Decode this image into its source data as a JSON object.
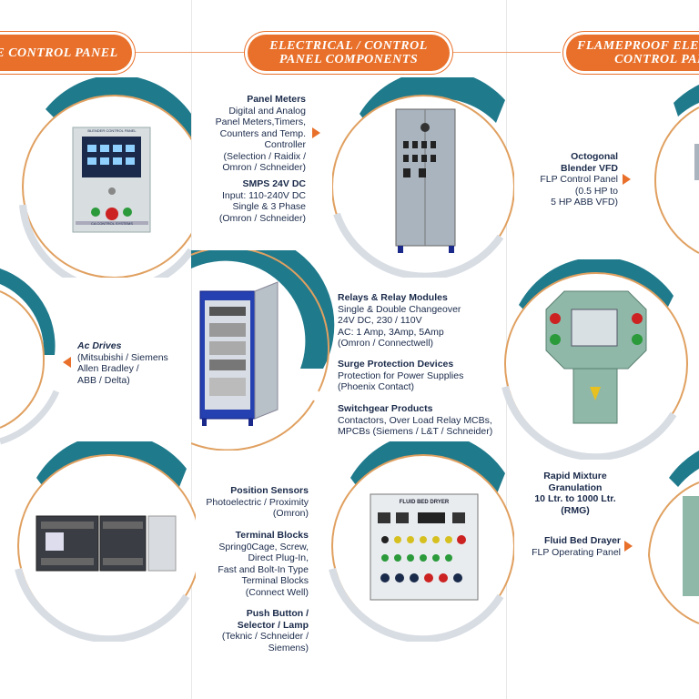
{
  "headers": {
    "left": "E CONTROL PANEL",
    "middle_line1": "ELECTRICAL / CONTROL",
    "middle_line2": "PANEL COMPONENTS",
    "right_line1": "FLAMEPROOF ELEC",
    "right_line2": "CONTROL PAN"
  },
  "panel_meters": {
    "title": "Panel Meters",
    "lines": [
      "Digital and Analog",
      "Panel Meters,Timers,",
      "Counters and Temp.",
      "Controller",
      "(Selection / Raidix /",
      "Omron / Schneider)"
    ]
  },
  "smps": {
    "title": "SMPS 24V DC",
    "lines": [
      "Input: 110-240V DC",
      "Single & 3 Phase",
      "(Omron / Schneider)"
    ]
  },
  "octogonal": {
    "title1": "Octogonal",
    "title2": "Blender VFD",
    "lines": [
      "FLP Control Panel",
      "(0.5 HP to",
      "5 HP ABB VFD)"
    ]
  },
  "ac_drives": {
    "title": "Ac Drives",
    "lines": [
      "(Mitsubishi / Siemens",
      "Allen Bradley /",
      "ABB / Delta)"
    ]
  },
  "relays": {
    "title": "Relays & Relay Modules",
    "lines": [
      "Single & Double Changeover",
      "24V DC, 230 / 110V",
      "AC: 1 Amp, 3Amp, 5Amp",
      "(Omron / Connectwell)"
    ]
  },
  "surge": {
    "title": "Surge Protection Devices",
    "lines": [
      "Protection for Power Supplies",
      "(Phoenix Contact)"
    ]
  },
  "switchgear": {
    "title": "Switchgear Products",
    "lines": [
      "Contactors, Over Load Relay MCBs,",
      "MPCBs (Siemens / L&T / Schneider)"
    ]
  },
  "rmg": {
    "lines": [
      "Rapid Mixture",
      "Granulation",
      "10 Ltr. to 1000 Ltr.",
      "(RMG)"
    ]
  },
  "fluid_bed": {
    "title": "Fluid Bed Drayer",
    "sub": "FLP Operating Panel"
  },
  "position_sensors": {
    "title": "Position Sensors",
    "lines": [
      "Photoelectric / Proximity",
      "(Omron)"
    ]
  },
  "terminal_blocks": {
    "title": "Terminal Blocks",
    "lines": [
      "Spring0Cage, Screw,",
      "Direct Plug-In,",
      "Fast and Bolt-In Type",
      "Terminal Blocks",
      "(Connect Well)"
    ]
  },
  "push_button": {
    "title1": "Push Button /",
    "title2": "Selector / Lamp",
    "lines": [
      "(Teknic / Schneider /",
      "Siemens)"
    ]
  },
  "product_labels": {
    "plc_panel_top": "FLUID BED DRYER",
    "hmi_panel_caption": "BLENDER CONTROL PANEL",
    "vendor_caption": "CA CONTROL SYSTEMS"
  },
  "colors": {
    "accent": "#e8702a",
    "teal": "#1f7a8c",
    "navy": "#1a2a4a"
  }
}
